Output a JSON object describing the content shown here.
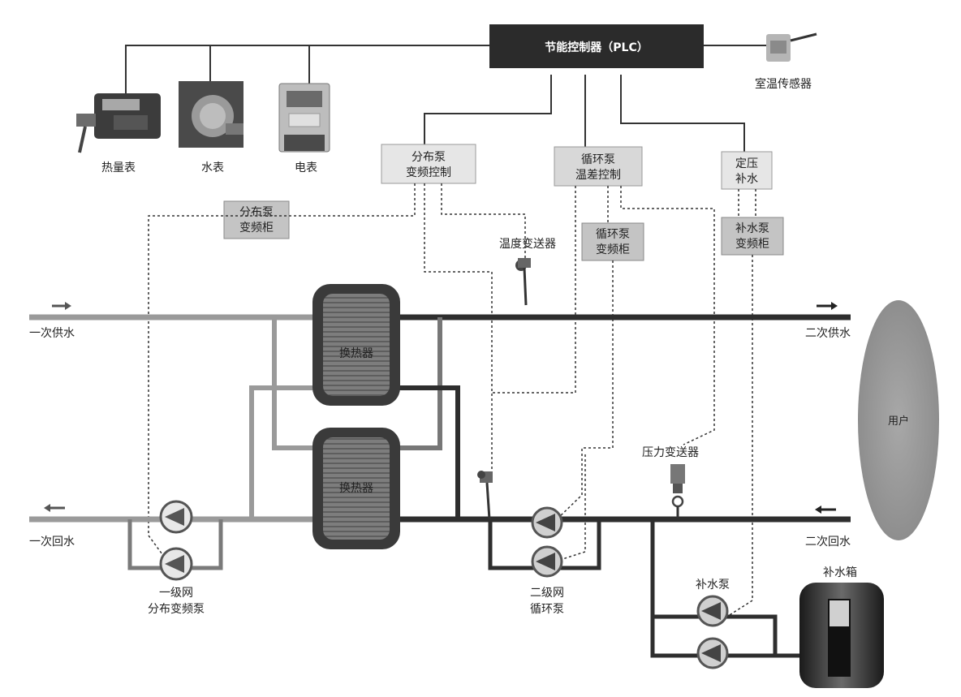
{
  "plc": {
    "label": "节能控制器（PLC）"
  },
  "meters": {
    "heat": "热量表",
    "water": "水表",
    "electric": "电表"
  },
  "room_sensor": "室温传感器",
  "controls": {
    "dist_ctrl": [
      "分布泵",
      "变频控制"
    ],
    "circ_ctrl": [
      "循环泵",
      "温差控制"
    ],
    "pressure_ctrl": [
      "定压",
      "补水"
    ],
    "dist_cabinet": [
      "分布泵",
      "变频柜"
    ],
    "circ_cabinet": [
      "循环泵",
      "变频柜"
    ],
    "makeup_cabinet": [
      "补水泵",
      "变频柜"
    ]
  },
  "transmitters": {
    "temp": "温度变送器",
    "pressure": "压力变送器"
  },
  "pipes": {
    "primary_supply": "一次供水",
    "primary_return": "一次回水",
    "secondary_supply": "二次供水",
    "secondary_return": "二次回水"
  },
  "hx": {
    "label": "换热器"
  },
  "user": "用户",
  "pumps": {
    "primary": [
      "一级网",
      "分布变频泵"
    ],
    "secondary": [
      "二级网",
      "循环泵"
    ],
    "makeup": "补水泵"
  },
  "tank": "补水箱",
  "colors": {
    "dark_pipe": "#2e2e2e",
    "light_pipe": "#9a9a9a",
    "box_fill": "#d4d4d4",
    "plc_fill": "#2b2b2b",
    "user_fill": "#9b9b9b"
  }
}
